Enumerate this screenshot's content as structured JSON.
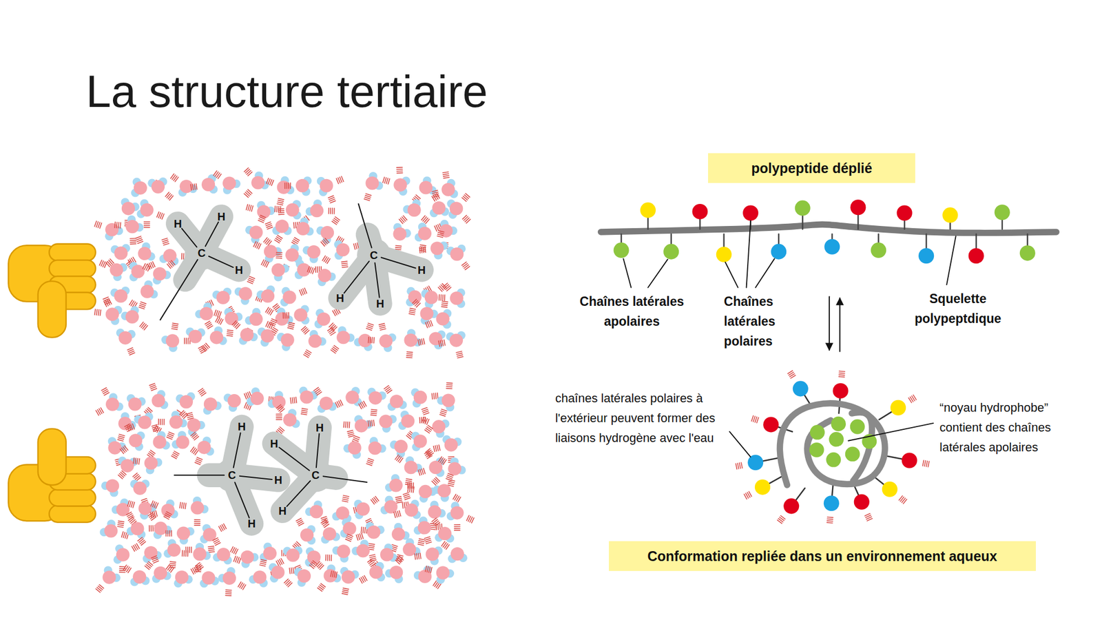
{
  "diagram": {
    "title": "La structure tertiaire",
    "nodes": [
      {
        "text": [
          "polypeptide déplié"
        ]
      },
      {
        "text": [
          "Conformation repliée dans un environnement aqueux"
        ]
      }
    ],
    "labels": [
      "H",
      "H",
      "C",
      "H",
      "C",
      "H",
      "H",
      "H",
      "H",
      "C",
      "H",
      "H",
      "H",
      "H",
      "C",
      "H",
      "Chaînes latérales apolaires",
      "Chaînes latérales polaires",
      "Squelette polypeptdique",
      "chaînes latérales polaires à l'extérieur peuvent former des liaisons hydrogène avec l'eau",
      "“noyau hydrophobe” contient des chaînes latérales apolaires"
    ]
  }
}
